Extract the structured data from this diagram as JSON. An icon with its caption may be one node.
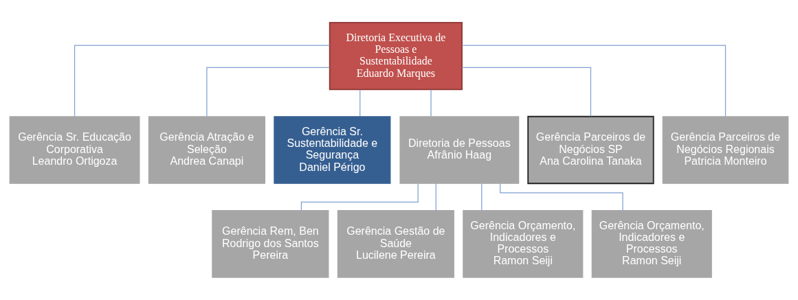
{
  "diagram": {
    "nodes": [
      {
        "text": [
          "Diretoria Executiva de Pessoas e Sustentabilidade",
          "Eduardo Marques"
        ]
      },
      {
        "text": [
          "Gerência Sr. Educação Corporativa",
          "Leandro Ortigoza"
        ]
      },
      {
        "text": [
          "Gerência Atração e Seleção",
          "Andrea Canapi"
        ]
      },
      {
        "text": [
          "Gerência Sr. Sustentabilidade e Segurança",
          "Daniel Périgo"
        ]
      },
      {
        "text": [
          "Diretoria de Pessoas",
          "Afrânio Haag"
        ]
      },
      {
        "text": [
          "Gerência Parceiros de Negócios SP",
          "Ana Carolina Tanaka"
        ]
      },
      {
        "text": [
          "Gerência Parceiros de Negócios Regionais",
          "Patricia Monteiro"
        ]
      },
      {
        "text": [
          "Gerência Rem, Ben",
          "Rodrigo dos Santos Pereira"
        ]
      },
      {
        "text": [
          "Gerência Gestão de Saúde",
          "Lucilene Pereira"
        ]
      },
      {
        "text": [
          "Gerência Orçamento, Indicadores e Processos",
          "Ramon Seiji"
        ]
      },
      {
        "text": [
          "Gerência Orçamento, Indicadores e Processos",
          "Ramon Seiji"
        ]
      }
    ],
    "edges": [
      {
        "from": 0,
        "to": 1,
        "arrow": "none"
      },
      {
        "from": 0,
        "to": 2,
        "arrow": "none"
      },
      {
        "from": 0,
        "to": 3,
        "arrow": "none"
      },
      {
        "from": 0,
        "to": 4,
        "arrow": "none"
      },
      {
        "from": 0,
        "to": 5,
        "arrow": "none"
      },
      {
        "from": 0,
        "to": 6,
        "arrow": "none"
      },
      {
        "from": 4,
        "to": 7,
        "arrow": "none"
      },
      {
        "from": 4,
        "to": 8,
        "arrow": "none"
      },
      {
        "from": 4,
        "to": 9,
        "arrow": "none"
      },
      {
        "from": 4,
        "to": 10,
        "arrow": "none"
      }
    ]
  }
}
